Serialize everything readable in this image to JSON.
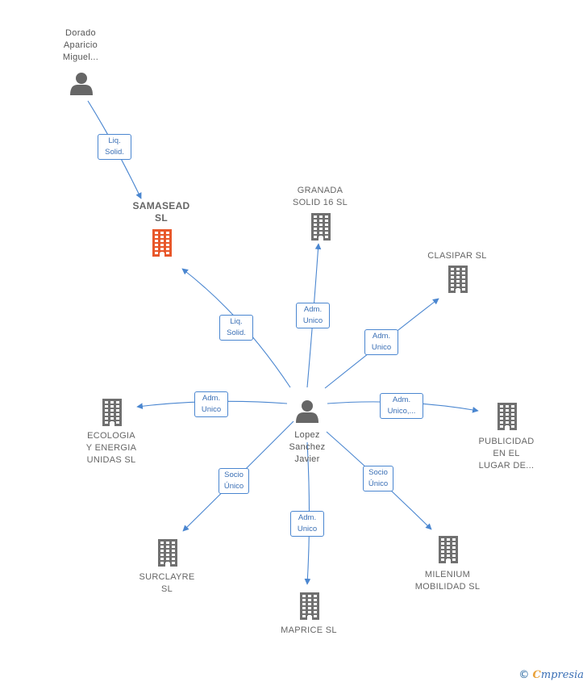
{
  "colors": {
    "edge": "#4a86d0",
    "building": "#707070",
    "building_main": "#e8572a",
    "person": "#666666"
  },
  "nodes": [
    {
      "id": "person_dorado",
      "kind": "person",
      "label": "Dorado\nAparicio\nMiguel..."
    },
    {
      "id": "person_lopez",
      "kind": "person",
      "label": "Lopez\nSanchez\nJavier"
    },
    {
      "id": "samasead",
      "kind": "main",
      "label": "SAMASEAD\nSL"
    },
    {
      "id": "granada",
      "kind": "company",
      "label": "GRANADA\nSOLID 16  SL"
    },
    {
      "id": "clasipar",
      "kind": "company",
      "label": "CLASIPAR  SL"
    },
    {
      "id": "ecologia",
      "kind": "company",
      "label": "ECOLOGIA\nY ENERGIA\nUNIDAS  SL"
    },
    {
      "id": "publicidad",
      "kind": "company",
      "label": "PUBLICIDAD\nEN EL\nLUGAR DE..."
    },
    {
      "id": "surclayre",
      "kind": "company",
      "label": "SURCLAYRE\nSL"
    },
    {
      "id": "maprice",
      "kind": "company",
      "label": "MAPRICE SL"
    },
    {
      "id": "milenium",
      "kind": "company",
      "label": "MILENIUM\nMOBILIDAD  SL"
    }
  ],
  "edges": [
    {
      "from": "person_dorado",
      "to": "samasead",
      "label": "Liq.\nSolid."
    },
    {
      "from": "person_lopez",
      "to": "samasead",
      "label": "Liq.\nSolid."
    },
    {
      "from": "person_lopez",
      "to": "granada",
      "label": "Adm.\nUnico"
    },
    {
      "from": "person_lopez",
      "to": "clasipar",
      "label": "Adm.\nUnico"
    },
    {
      "from": "person_lopez",
      "to": "ecologia",
      "label": "Adm.\nUnico"
    },
    {
      "from": "person_lopez",
      "to": "publicidad",
      "label": "Adm.\nUnico,..."
    },
    {
      "from": "person_lopez",
      "to": "surclayre",
      "label": "Socio\nÚnico"
    },
    {
      "from": "person_lopez",
      "to": "maprice",
      "label": "Adm.\nUnico"
    },
    {
      "from": "person_lopez",
      "to": "milenium",
      "label": "Socio\nÚnico"
    }
  ],
  "footer": {
    "copyright_symbol": "©",
    "brand_initial": "C",
    "brand_rest": "mpresia"
  }
}
